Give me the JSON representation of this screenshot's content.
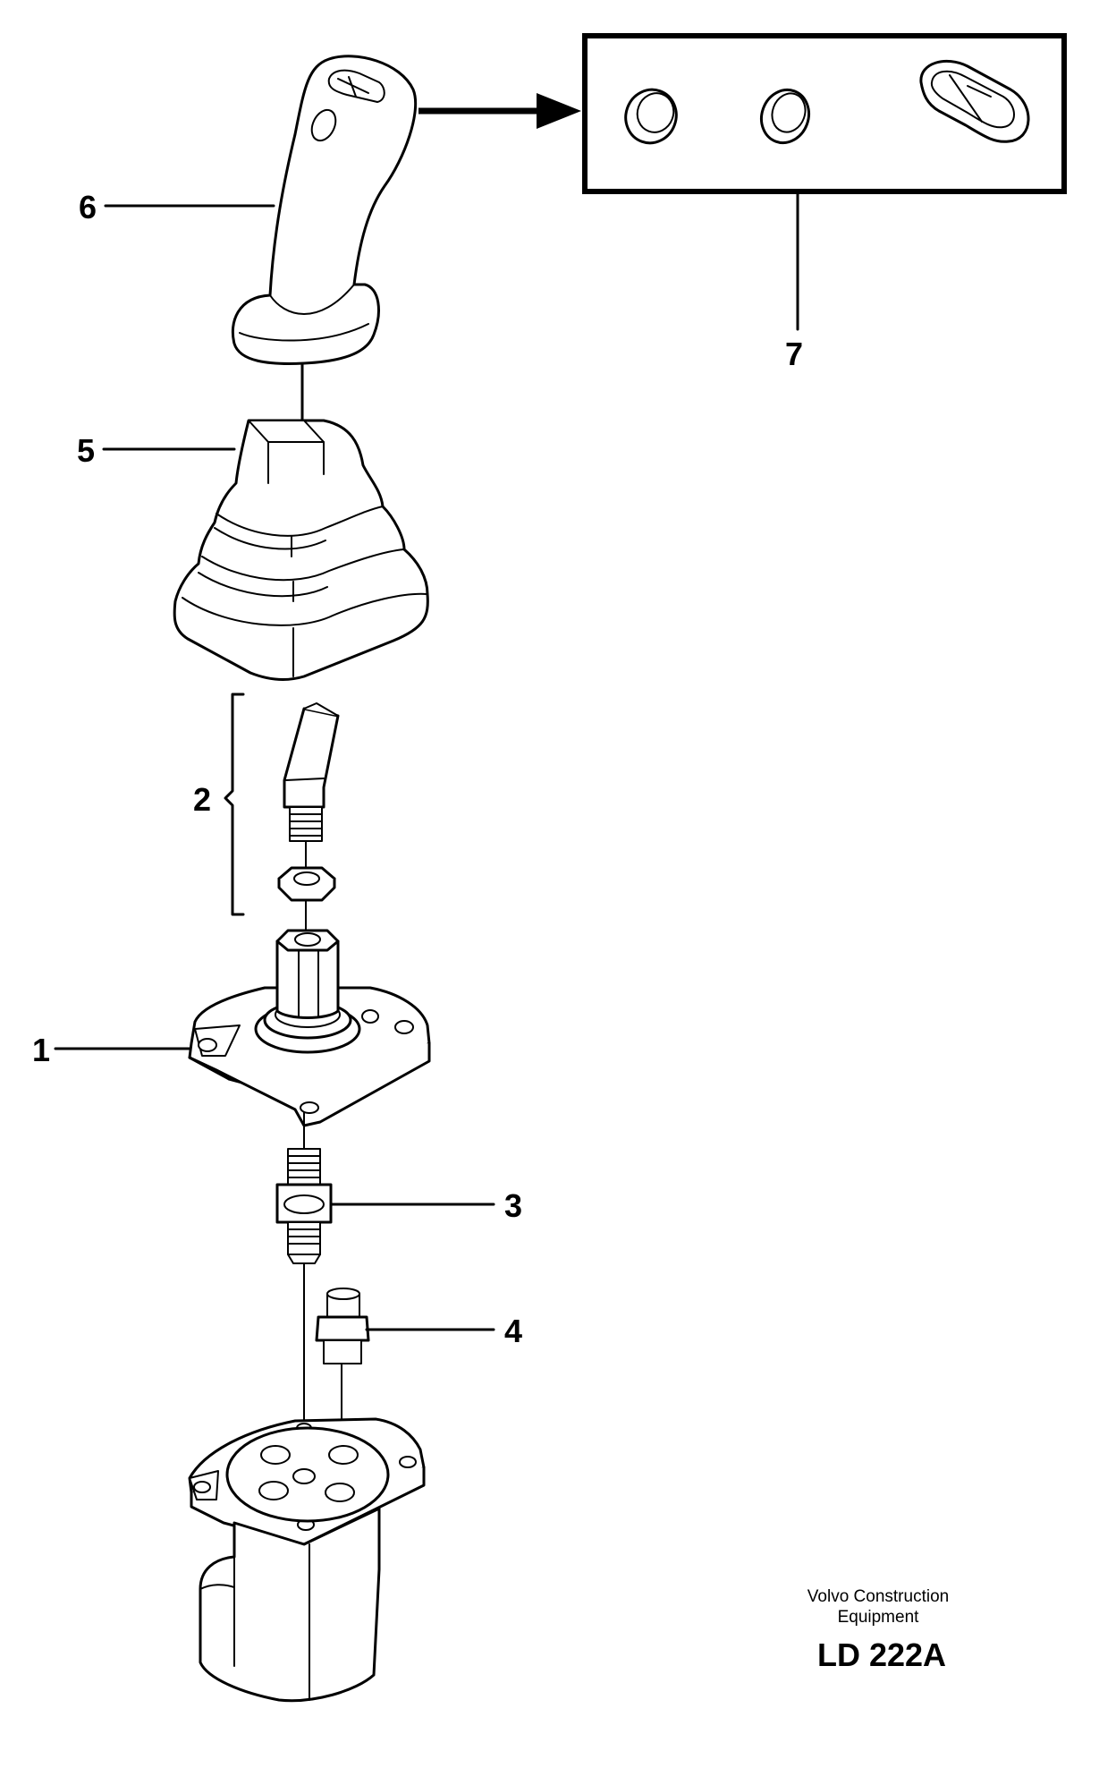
{
  "callouts": {
    "c1": "1",
    "c2": "2",
    "c3": "3",
    "c4": "4",
    "c5": "5",
    "c6": "6",
    "c7": "7"
  },
  "footer": {
    "line1": "Volvo Construction",
    "line2": "Equipment",
    "code": "LD 222A"
  },
  "icons": {
    "arrow": "arrow-right-icon"
  }
}
